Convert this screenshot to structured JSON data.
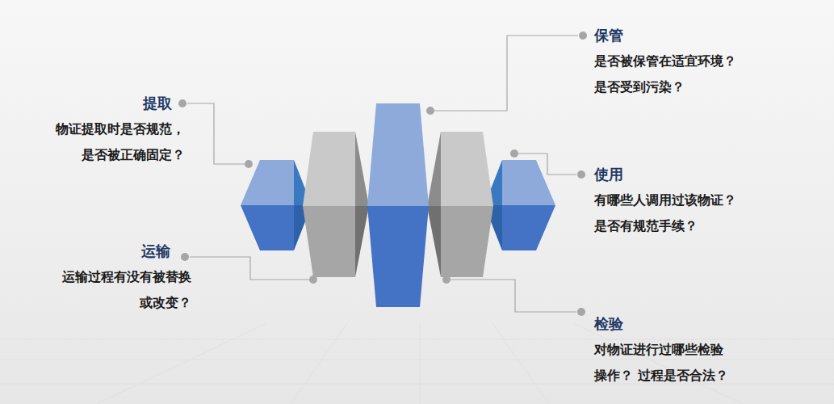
{
  "diagram": {
    "nodes": [
      {
        "text": [
          "保管",
          "是否被保管在适宜环境？ 是否受到污染？"
        ]
      },
      {
        "text": [
          "提取",
          "物证提取时是否规范， 是否被正确固定？"
        ]
      },
      {
        "text": [
          "使用",
          "有哪些人调用过该物证？ 是否有规范手续？"
        ]
      },
      {
        "text": [
          "运输",
          "运输过程有没有被替换 或改变？"
        ]
      },
      {
        "text": [
          "检验",
          "对物证进行过哪些检验 操作？ 过程是否合法？"
        ]
      }
    ]
  }
}
